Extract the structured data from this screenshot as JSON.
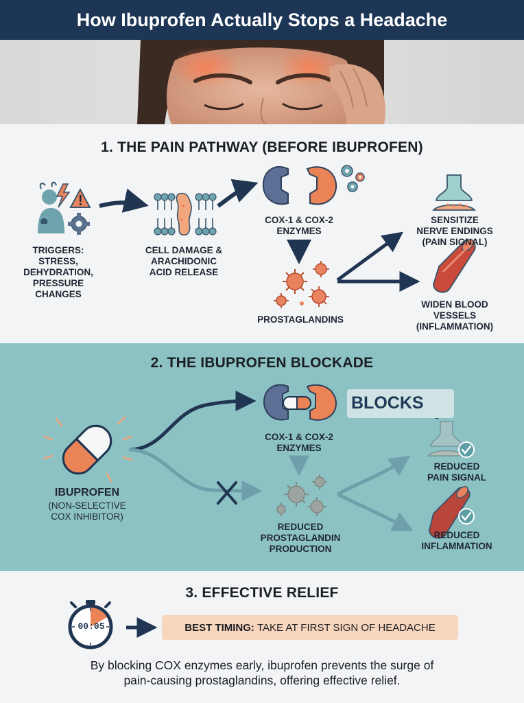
{
  "header": {
    "title": "How Ibuprofen Actually Stops a Headache"
  },
  "section1": {
    "title": "1. THE PAIN PATHWAY (BEFORE IBUPROFEN)",
    "triggers": [
      "TRIGGERS:",
      "STRESS,",
      "DEHYDRATION,",
      "PRESSURE",
      "CHANGES"
    ],
    "cell_damage": [
      "CELL DAMAGE &",
      "ARACHIDONIC",
      "ACID RELEASE"
    ],
    "enzymes": [
      "COX-1 & COX-2",
      "ENZYMES"
    ],
    "prostaglandins": "PROSTAGLANDINS",
    "sensitize": [
      "SENSITIZE",
      "NERVE ENDINGS",
      "(PAIN SIGNAL)"
    ],
    "widen": [
      "WIDEN BLOOD",
      "VESSELS",
      "(INFLAMMATION)"
    ]
  },
  "section2": {
    "title": "2. THE IBUPROFEN BLOCKADE",
    "ibuprofen": "IBUPROFEN",
    "ibuprofen_sub": [
      "(NON-SELECTIVE",
      "COX INHIBITOR)"
    ],
    "enzymes": [
      "COX-1 & COX-2",
      "ENZYMES"
    ],
    "blocks": "BLOCKS",
    "reduced_production": [
      "REDUCED",
      "PROSTAGLANDIN",
      "PRODUCTION"
    ],
    "reduced_pain": [
      "REDUCED",
      "PAIN SIGNAL"
    ],
    "reduced_inflammation": [
      "REDUCED",
      "INFLAMMATION"
    ]
  },
  "section3": {
    "title": "3. EFFECTIVE RELIEF",
    "timer": "00:05",
    "timing_label": "BEST TIMING:",
    "timing_text": "TAKE AT FIRST SIGN OF HEADACHE",
    "summary": [
      "By blocking COX enzymes early, ibuprofen prevents the surge of",
      "pain-causing prostaglandins, offering effective relief."
    ]
  },
  "colors": {
    "navy": "#1e3655",
    "teal": "#8cc2c4",
    "orange": "#e9825f",
    "blue_enzyme": "#5c6f94",
    "peach": "#f7d6bd"
  }
}
